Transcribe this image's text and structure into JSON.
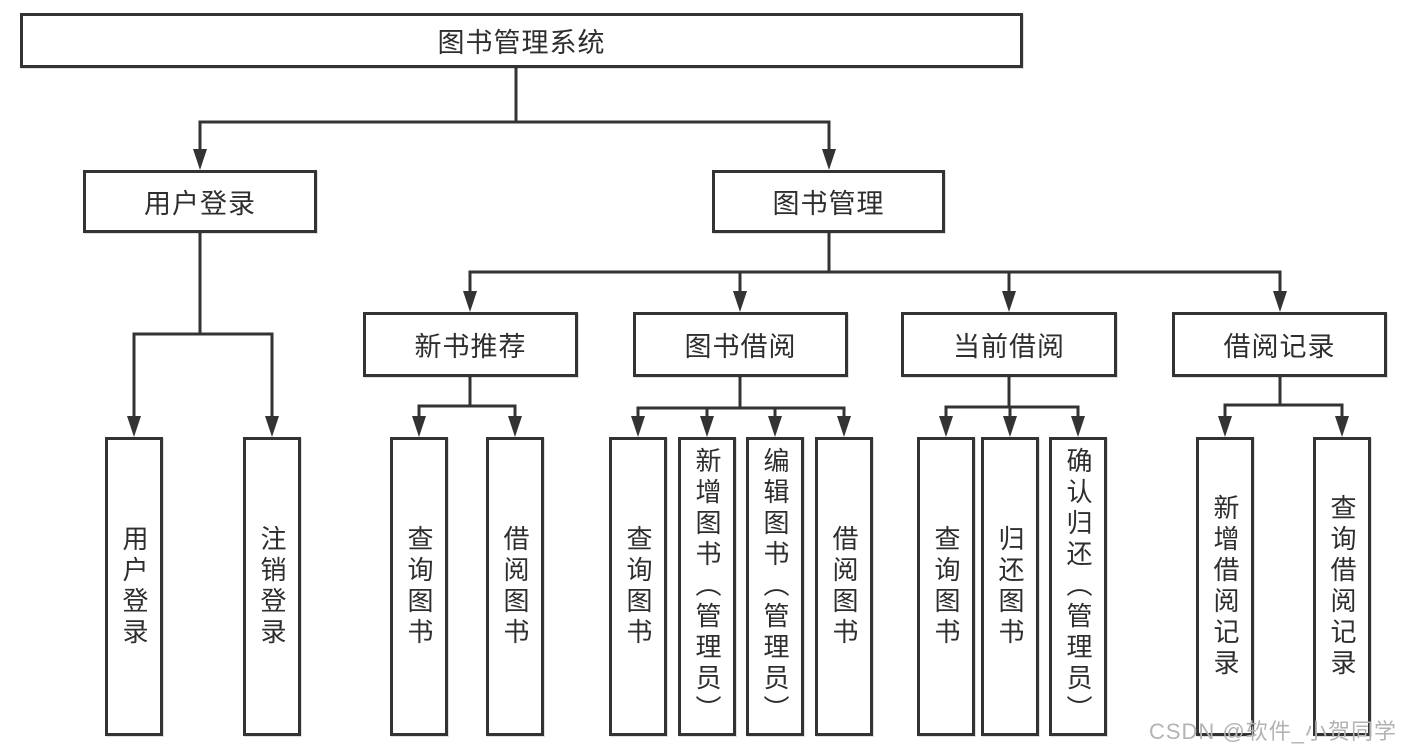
{
  "diagram": {
    "root": "图书管理系统",
    "branches": [
      {
        "label": "用户登录",
        "children": [
          "用户登录",
          "注销登录"
        ]
      },
      {
        "label": "图书管理",
        "children": [
          {
            "label": "新书推荐",
            "children": [
              "查询图书",
              "借阅图书"
            ]
          },
          {
            "label": "图书借阅",
            "children": [
              "查询图书",
              "新增图书（管理员）",
              "编辑图书（管理员）",
              "借阅图书"
            ]
          },
          {
            "label": "当前借阅",
            "children": [
              "查询图书",
              "归还图书",
              "确认归还（管理员）"
            ]
          },
          {
            "label": "借阅记录",
            "children": [
              "新增借阅记录",
              "查询借阅记录"
            ]
          }
        ]
      }
    ]
  },
  "watermark": "CSDN @软件_小贺同学",
  "colors": {
    "line": "#333333",
    "box_border": "#333333",
    "text": "#2e2e2e",
    "watermark": "#b3b3b3",
    "background": "#ffffff"
  }
}
